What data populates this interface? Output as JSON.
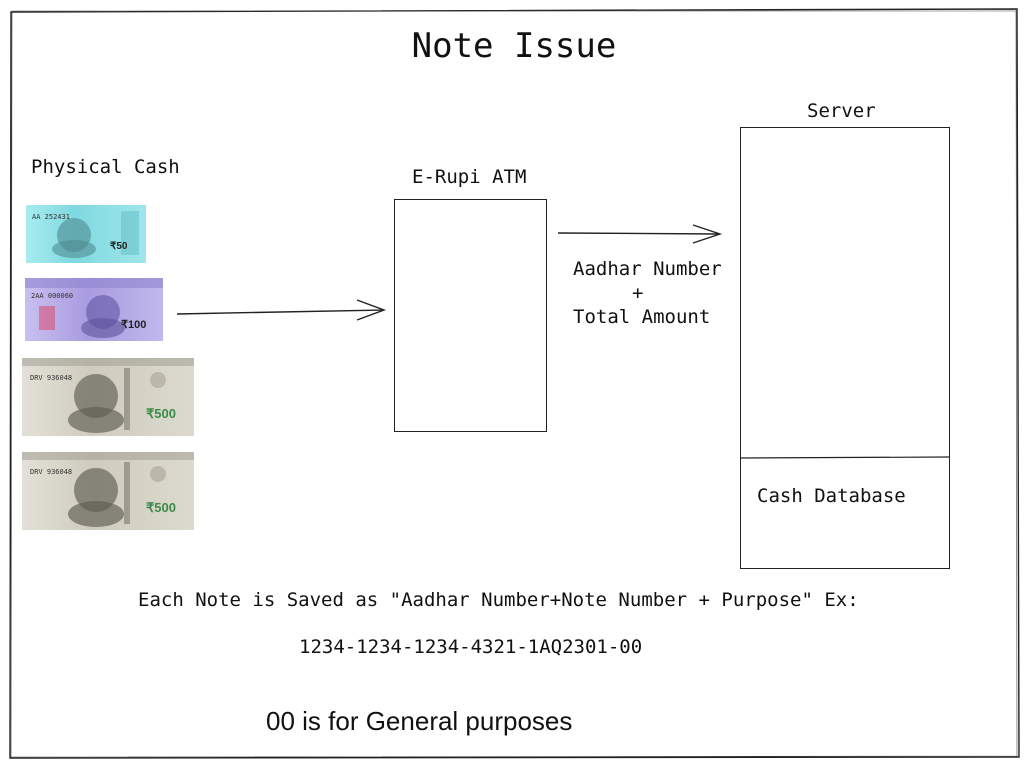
{
  "title": "Note Issue",
  "physical_cash": {
    "label": "Physical Cash",
    "notes": [
      {
        "name": "note-50",
        "denomination": "₹50",
        "serial": "AA 252431",
        "color": "#8fe0e6"
      },
      {
        "name": "note-100",
        "denomination": "₹100",
        "serial": "2AA 000060",
        "color": "#b9aee8"
      },
      {
        "name": "note-500-a",
        "denomination": "₹500",
        "serial": "DRV 936048",
        "color": "#d6d3c6"
      },
      {
        "name": "note-500-b",
        "denomination": "₹500",
        "serial": "DRV 936048",
        "color": "#d6d3c6"
      }
    ]
  },
  "atm": {
    "label": "E-Rupi ATM"
  },
  "server": {
    "label": "Server",
    "database_label": "Cash Database"
  },
  "transfer": {
    "line1": "Aadhar Number",
    "line2": "+",
    "line3": "Total Amount"
  },
  "footer": {
    "save_format": "Each Note is Saved as \"Aadhar Number+Note Number + Purpose\" Ex:",
    "example": "1234-1234-1234-4321-1AQ2301-00",
    "purpose_note": "00 is for General purposes"
  },
  "colors": {
    "ink": "#111111",
    "note_50": "#8fe0e6",
    "note_100": "#b9aee8",
    "note_500": "#d6d3c6"
  }
}
